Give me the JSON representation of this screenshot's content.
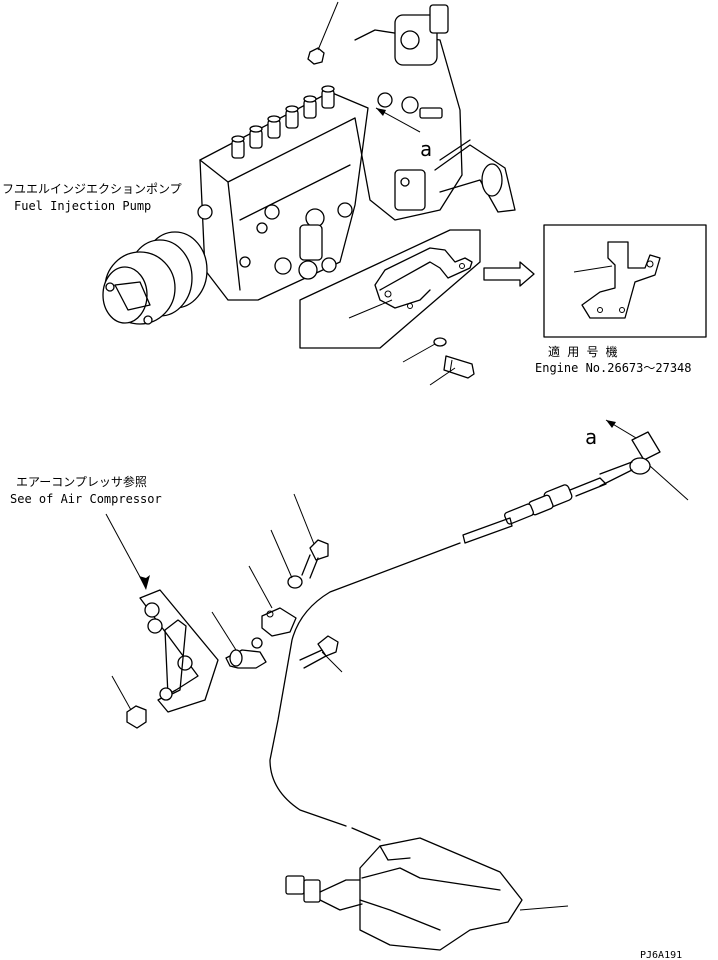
{
  "labels": {
    "fuel_pump_jp": "フユエルインジエクションポンプ",
    "fuel_pump_en": "Fuel Injection Pump",
    "air_comp_jp": "エアーコンプレッサ参照",
    "air_comp_en": "See of Air Compressor",
    "applicable_jp": "適 用 号 機",
    "engine_serial": "Engine No.26673～27348",
    "view_a_top": "a",
    "view_a_right": "a",
    "drawing_code": "PJ6A191"
  }
}
